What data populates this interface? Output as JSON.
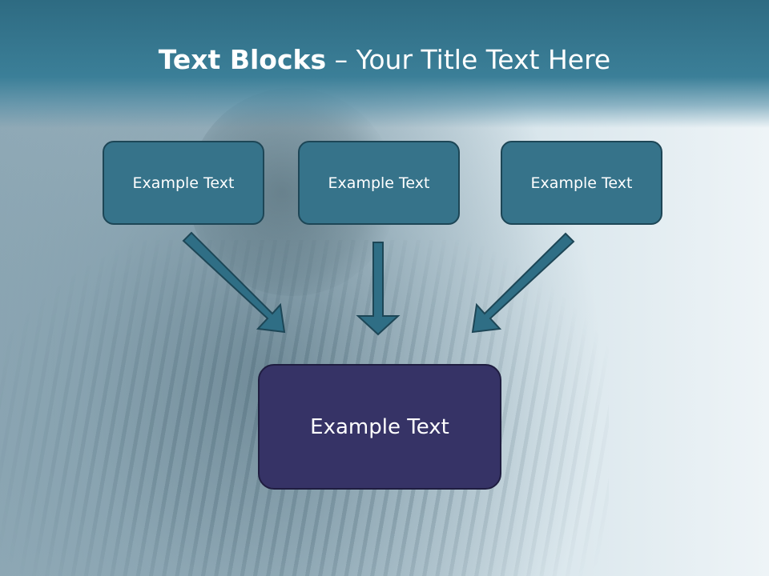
{
  "slide": {
    "title_bold": "Text Blocks",
    "title_rest": " – Your Title Text Here"
  },
  "blocks": [
    {
      "label": "Example Text"
    },
    {
      "label": "Example Text"
    },
    {
      "label": "Example Text"
    }
  ],
  "target_block": {
    "label": "Example Text"
  },
  "colors": {
    "header": "#3b7f98",
    "block_fill": "#36738a",
    "block_border": "#1d4656",
    "target_fill": "#363366",
    "arrow_fill": "#2f6e85"
  },
  "icons": [
    "arrow-down-right-icon",
    "arrow-down-icon",
    "arrow-down-left-icon"
  ]
}
